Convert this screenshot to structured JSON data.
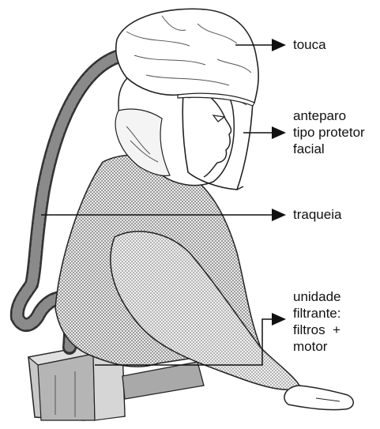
{
  "labels": {
    "touca": "touca",
    "anteparo": [
      "anteparo",
      "tipo protetor",
      "facial"
    ],
    "traqueia": "traqueia",
    "unidade": [
      "unidade",
      "filtrante:",
      "filtros  +",
      "motor"
    ]
  },
  "colors": {
    "line": "#111111",
    "fabric": "#d9d9d9",
    "hose": "#6b6b6b",
    "unit": "#b8b8b8",
    "skin": "#ffffff"
  }
}
